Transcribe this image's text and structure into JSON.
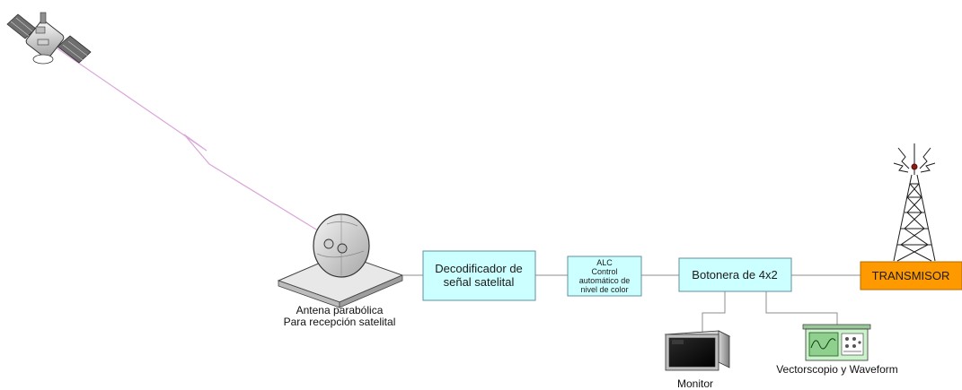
{
  "blocks": {
    "decoder": {
      "lines": [
        "Decodificador de",
        "señal satelital"
      ]
    },
    "alc": {
      "lines": [
        "ALC",
        "Control",
        "automático de",
        "nivel de color"
      ]
    },
    "switcher": {
      "label": "Botonera de 4x2"
    },
    "transmitter": {
      "label": "TRANSMISOR"
    }
  },
  "labels": {
    "antenna": [
      "Antena parabólica",
      "Para recepción satelital"
    ],
    "monitor": "Monitor",
    "scope": "Vectorscopio y Waveform"
  },
  "colors": {
    "block_fill": "#ccffff",
    "block_stroke": "#5f8f9f",
    "transmitter_fill": "#ff9900",
    "link_line": "#d9a6d9",
    "wire": "#8c8c8c"
  },
  "icons": [
    "satellite-icon",
    "satellite-dish-icon",
    "monitor-icon",
    "oscilloscope-icon",
    "radio-tower-icon"
  ]
}
